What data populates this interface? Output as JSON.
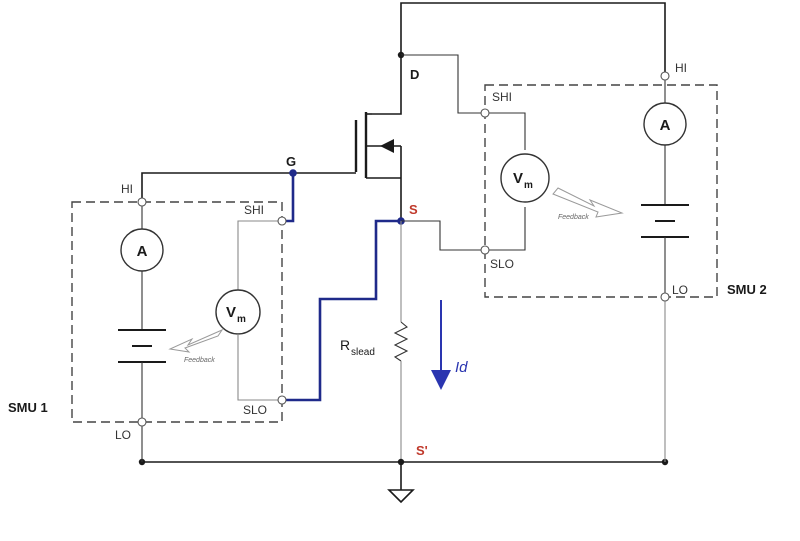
{
  "labels": {
    "drain": "D",
    "gate": "G",
    "source": "S",
    "source_prime": "S'",
    "hi": "HI",
    "lo": "LO",
    "shi": "SHI",
    "slo": "SLO",
    "ammeter": "A",
    "voltmeter_main": "V",
    "voltmeter_sub": "m",
    "feedback": "Feedback",
    "rslead_main": "R",
    "rslead_sub": "slead",
    "current": "Id",
    "smu1": "SMU 1",
    "smu2": "SMU 2"
  },
  "colors": {
    "blue_wire": "#1f2a8a",
    "node_label_red": "#c0392b",
    "current_arrow": "#2a35b0"
  },
  "icons": {
    "mosfet": "n-channel-mosfet-icon",
    "resistor": "resistor-icon",
    "ground": "ground-icon",
    "feedback_arrow": "hollow-arrow-icon"
  }
}
